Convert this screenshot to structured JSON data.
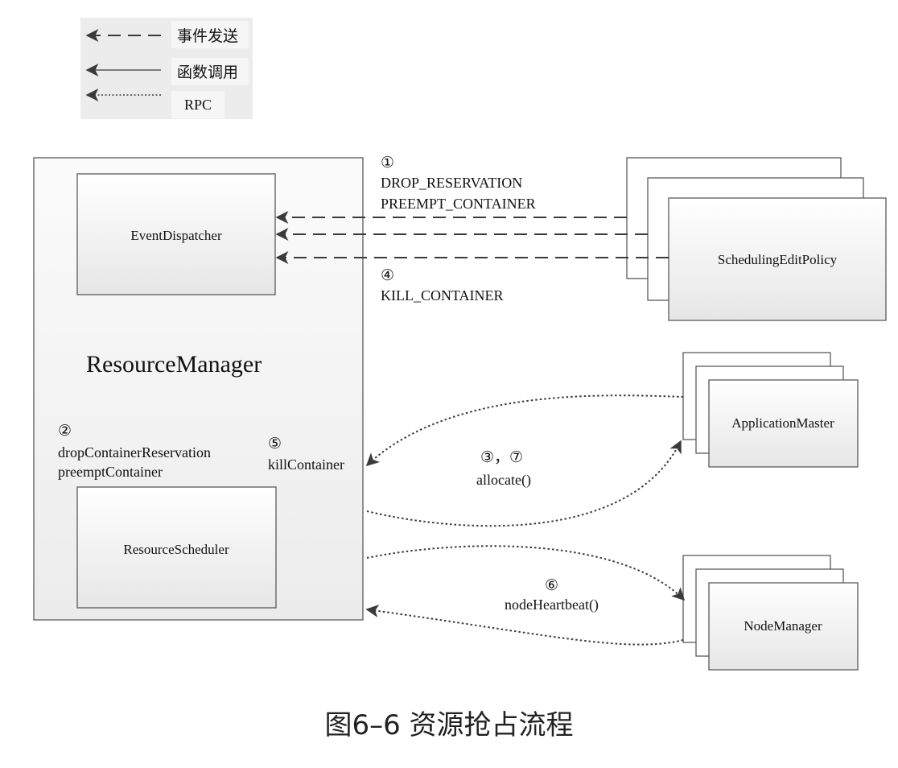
{
  "legend": {
    "items": [
      {
        "label": "事件发送",
        "style": "dashed"
      },
      {
        "label": "函数调用",
        "style": "solid"
      },
      {
        "label": "RPC",
        "style": "dotted"
      }
    ]
  },
  "components": {
    "resource_manager": "ResourceManager",
    "event_dispatcher": "EventDispatcher",
    "resource_scheduler": "ResourceScheduler",
    "scheduling_edit_policy": "SchedulingEditPolicy",
    "application_master": "ApplicationMaster",
    "node_manager": "NodeManager"
  },
  "labels": {
    "step1_num": "①",
    "step1_line1": "DROP_RESERVATION",
    "step1_line2": "PREEMPT_CONTAINER",
    "step4_num": "④",
    "step4_line1": "KILL_CONTAINER",
    "step2_num": "②",
    "step2_line1": "dropContainerReservation",
    "step2_line2": "preemptContainer",
    "step5_num": "⑤",
    "step5_line1": "killContainer",
    "step37_num": "③，⑦",
    "step37_line1": "allocate()",
    "step6_num": "⑥",
    "step6_line1": "nodeHeartbeat()"
  },
  "caption": "图6–6 资源抢占流程",
  "colors": {
    "line": "#3a3a3a",
    "box_stroke": "#5a5a5a",
    "legend_bg": "#ececec"
  }
}
